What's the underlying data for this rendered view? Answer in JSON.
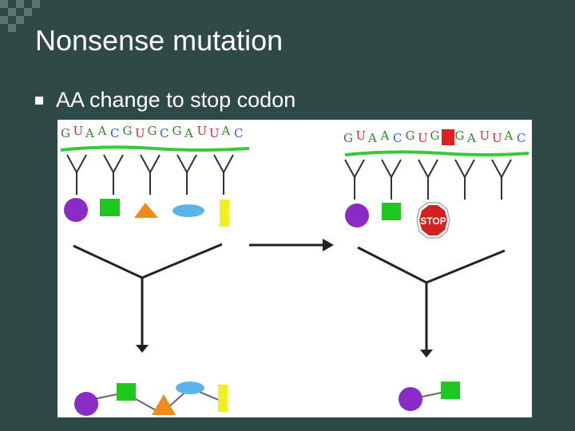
{
  "slide": {
    "title": "Nonsense mutation",
    "bullet": "AA change to stop codon"
  },
  "figure": {
    "left": {
      "sequence": [
        {
          "ch": "G",
          "color": "#3a7a3a"
        },
        {
          "ch": "U",
          "color": "#d03030"
        },
        {
          "ch": "A",
          "color": "#2a8a2a"
        },
        {
          "ch": "A",
          "color": "#2a8a2a"
        },
        {
          "ch": "C",
          "color": "#3060c8"
        },
        {
          "ch": "G",
          "color": "#3a7a3a"
        },
        {
          "ch": "U",
          "color": "#d03030"
        },
        {
          "ch": "G",
          "color": "#3a7a3a"
        },
        {
          "ch": "C",
          "color": "#3060c8"
        },
        {
          "ch": "G",
          "color": "#3a7a3a"
        },
        {
          "ch": "A",
          "color": "#2a8a2a"
        },
        {
          "ch": "U",
          "color": "#d03030"
        },
        {
          "ch": "U",
          "color": "#d03030"
        },
        {
          "ch": "A",
          "color": "#2a8a2a"
        },
        {
          "ch": "C",
          "color": "#3060c8"
        }
      ],
      "amino_acids": [
        {
          "shape": "circle",
          "color": "#8a2bc8"
        },
        {
          "shape": "square",
          "color": "#1ec81e"
        },
        {
          "shape": "triangle",
          "color": "#f08a1a"
        },
        {
          "shape": "ellipse",
          "color": "#5ab4e8"
        },
        {
          "shape": "bar",
          "color": "#f0f01e"
        }
      ]
    },
    "right": {
      "sequence": [
        {
          "ch": "G",
          "color": "#3a7a3a"
        },
        {
          "ch": "U",
          "color": "#d03030"
        },
        {
          "ch": "A",
          "color": "#2a8a2a"
        },
        {
          "ch": "A",
          "color": "#2a8a2a"
        },
        {
          "ch": "C",
          "color": "#3060c8"
        },
        {
          "ch": "G",
          "color": "#3a7a3a"
        },
        {
          "ch": "U",
          "color": "#d03030"
        },
        {
          "ch": "G",
          "color": "#3a7a3a"
        },
        {
          "ch": "",
          "color": "#e02020",
          "mutated": true
        },
        {
          "ch": "G",
          "color": "#3a7a3a"
        },
        {
          "ch": "A",
          "color": "#2a8a2a"
        },
        {
          "ch": "U",
          "color": "#d03030"
        },
        {
          "ch": "U",
          "color": "#d03030"
        },
        {
          "ch": "A",
          "color": "#2a8a2a"
        },
        {
          "ch": "C",
          "color": "#3060c8"
        }
      ],
      "stop_sign_text": "STOP",
      "amino_acids": [
        {
          "shape": "circle",
          "color": "#8a2bc8"
        },
        {
          "shape": "square",
          "color": "#1ec81e"
        }
      ]
    },
    "colors": {
      "mrna_backbone": "#3ac83a",
      "trna": "#333333",
      "stop_sign": "#d42020"
    }
  }
}
